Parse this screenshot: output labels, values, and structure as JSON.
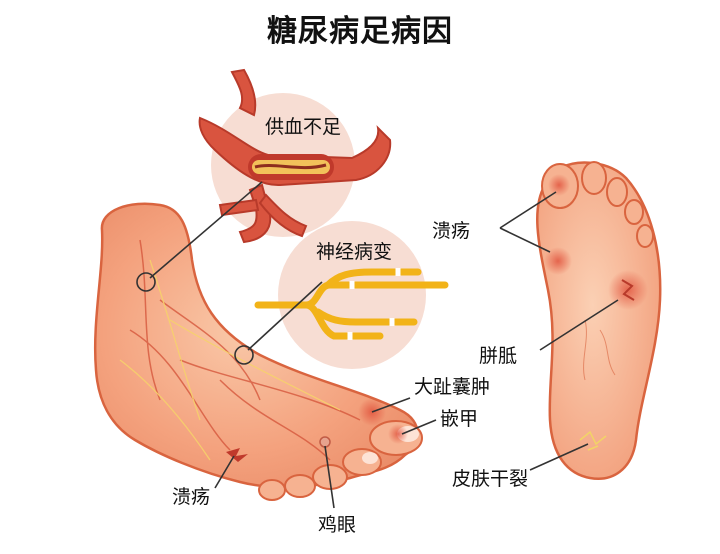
{
  "title": "糖尿病足病因",
  "labels": {
    "blood": "供血不足",
    "nerve": "神经病变",
    "ulcer_right": "溃疡",
    "callus": "胼胝",
    "bunion": "大趾囊肿",
    "ingrown": "嵌甲",
    "ulcer_left": "溃疡",
    "corn": "鸡眼",
    "dry_crack": "皮肤干裂"
  },
  "colors": {
    "skin": "#f4a27e",
    "skin_dark": "#e47a5a",
    "outline": "#d9643f",
    "inset_bg": "#f7ddd3",
    "artery": "#d9543f",
    "nerve": "#f2b318",
    "line": "#333333"
  }
}
